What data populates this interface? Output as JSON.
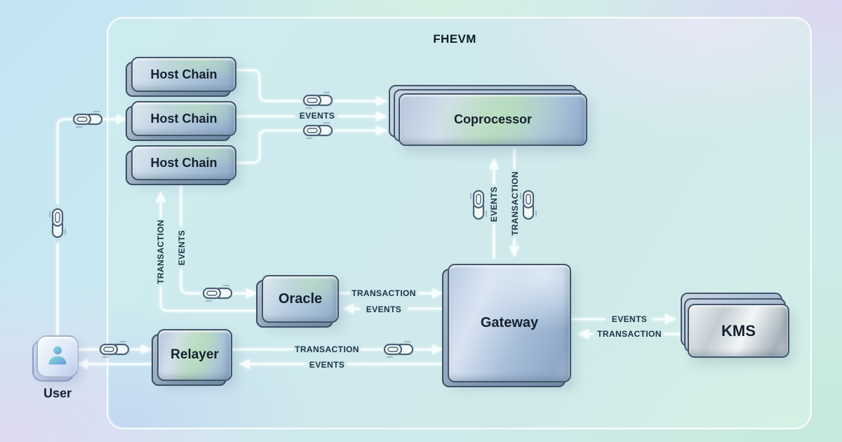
{
  "title": "FHEVM",
  "nodes": {
    "host_chain_1": "Host Chain",
    "host_chain_2": "Host Chain",
    "host_chain_3": "Host Chain",
    "coprocessor": "Coprocessor",
    "oracle": "Oracle",
    "relayer": "Relayer",
    "gateway": "Gateway",
    "kms": "KMS",
    "user": "User"
  },
  "edge_labels": {
    "host_to_coprocessor": "EVENTS",
    "coprocessor_events": "EVENTS",
    "coprocessor_transaction": "TRANSACTION",
    "hostchain_transaction": "TRANSACTION",
    "hostchain_events": "EVENTS",
    "oracle_transaction": "TRANSACTION",
    "oracle_events": "EVENTS",
    "relayer_transaction": "TRANSACTION",
    "relayer_events": "EVENTS",
    "kms_events": "EVENTS",
    "kms_transaction": "TRANSACTION"
  },
  "colors": {
    "wire": "#f8feff",
    "node_outline": "#43566a",
    "label_text": "#203345",
    "panel_border": "#ffffff",
    "node_fill_blue": "#a9c1d9",
    "node_sheen_mint": "#bce7bc",
    "kms_silver": "#c3cdd4",
    "background_blue": "#c2e4f2",
    "background_lavender": "#ded7f0",
    "background_mint": "#c6e9dd"
  }
}
